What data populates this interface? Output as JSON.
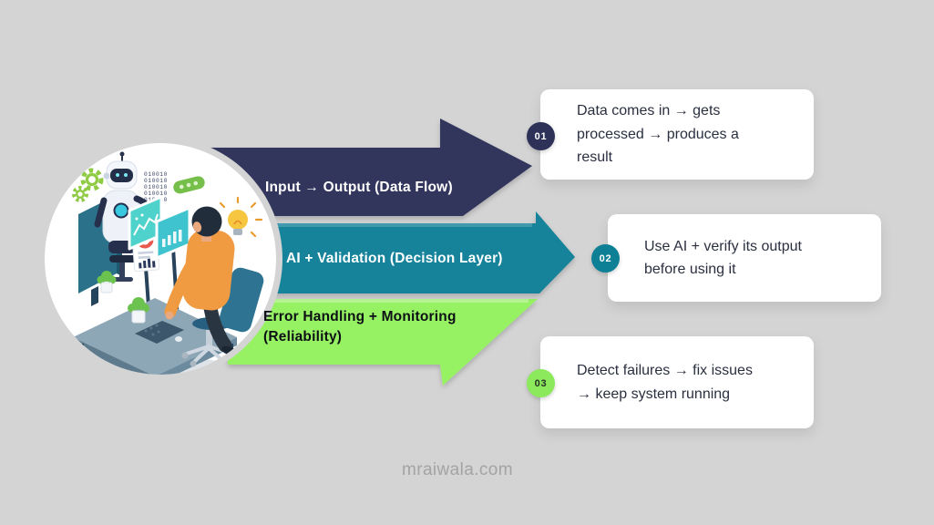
{
  "page": {
    "background_color": "#d4d4d4",
    "watermark": "mraiwala.com"
  },
  "arrows": [
    {
      "label": "Input → Output (Data Flow)",
      "color": "#32365c",
      "text_color": "#ffffff"
    },
    {
      "label": "AI + Validation (Decision Layer)",
      "color": "#12839a",
      "text_color": "#ffffff"
    },
    {
      "label": "Error Handling + Monitoring (Reliability)",
      "lines": [
        "Error Handling + Monitoring",
        "(Reliability)"
      ],
      "color": "#96f263",
      "text_color": "#0c1014"
    }
  ],
  "cards": [
    {
      "number": "01",
      "text": "Data comes in → gets processed → produces a result",
      "lines": [
        "Data comes in → gets",
        "processed → produces a",
        "result"
      ],
      "badge_color": "#2e3258",
      "badge_text_color": "#ffffff",
      "text_color": "#2b3040"
    },
    {
      "number": "02",
      "text": "Use AI + verify its output before using it",
      "lines": [
        "Use AI + verify its output",
        "before using it"
      ],
      "badge_color": "#0d8096",
      "badge_text_color": "#ffffff",
      "text_color": "#2b3040"
    },
    {
      "number": "03",
      "text": "Detect failures → fix issues → keep system running",
      "lines": [
        "Detect failures → fix issues",
        "→ keep system running"
      ],
      "badge_color": "#8ce95b",
      "badge_text_color": "#263226",
      "text_color": "#2b3040"
    }
  ],
  "illustration": {
    "name": "robot-and-analyst-workstation",
    "binary": "010010"
  }
}
